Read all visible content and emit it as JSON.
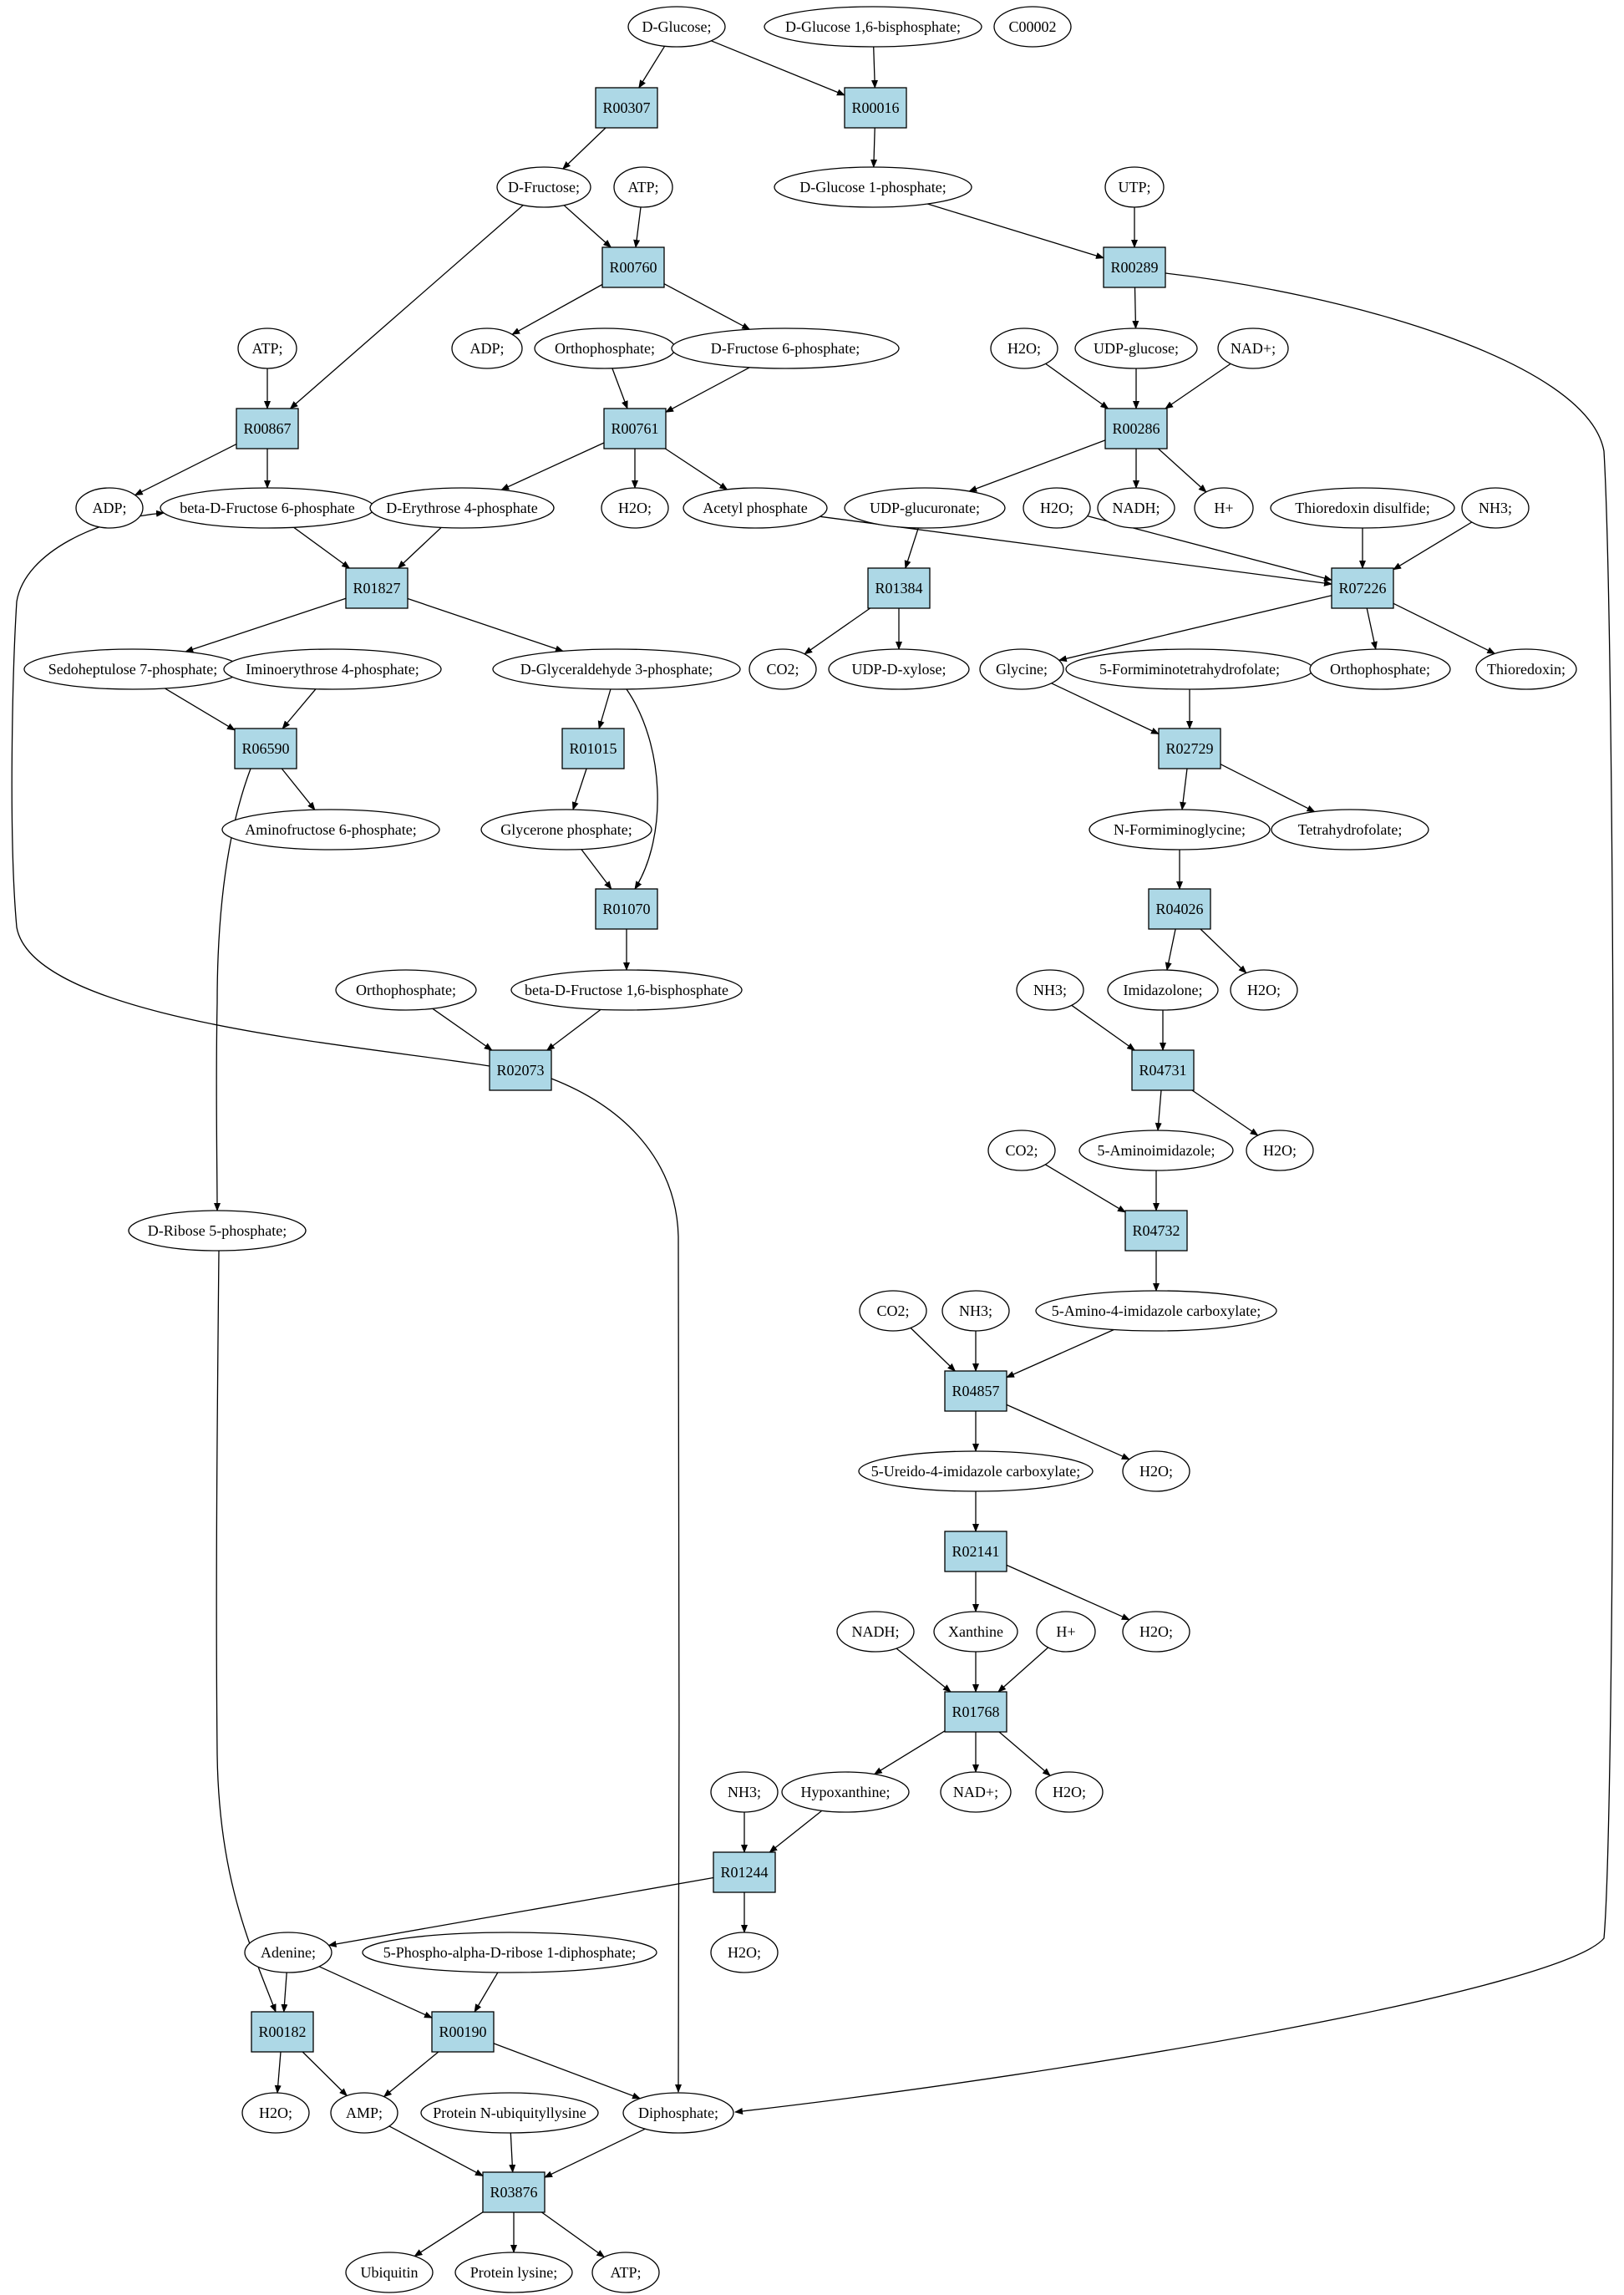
{
  "colors": {
    "reaction_fill": "#add8e6",
    "start_fill": "#00ff00",
    "marker_fill": "#ffff00",
    "compound_fill": "#ffffff",
    "stroke": "#000000"
  },
  "nodes": {
    "c_glucose": {
      "label": "D-Glucose;",
      "kind": "compound",
      "fill": "#00ff00"
    },
    "c_glc16bp": {
      "label": "D-Glucose 1,6-bisphosphate;",
      "kind": "compound"
    },
    "c_c00002": {
      "label": "C00002",
      "kind": "compound",
      "fill": "#ffff00"
    },
    "r_R00307": {
      "label": "R00307",
      "kind": "reaction"
    },
    "r_R00016": {
      "label": "R00016",
      "kind": "reaction"
    },
    "c_fructose": {
      "label": "D-Fructose;",
      "kind": "compound"
    },
    "c_atp1": {
      "label": "ATP;",
      "kind": "compound"
    },
    "c_glc1p": {
      "label": "D-Glucose 1-phosphate;",
      "kind": "compound"
    },
    "c_utp": {
      "label": "UTP;",
      "kind": "compound"
    },
    "r_R00760": {
      "label": "R00760",
      "kind": "reaction"
    },
    "r_R00289": {
      "label": "R00289",
      "kind": "reaction"
    },
    "c_atp2": {
      "label": "ATP;",
      "kind": "compound"
    },
    "c_adp1": {
      "label": "ADP;",
      "kind": "compound"
    },
    "c_orthop1": {
      "label": "Orthophosphate;",
      "kind": "compound"
    },
    "c_f6p": {
      "label": "D-Fructose 6-phosphate;",
      "kind": "compound"
    },
    "c_h2o1": {
      "label": "H2O;",
      "kind": "compound"
    },
    "c_udpglc": {
      "label": "UDP-glucose;",
      "kind": "compound"
    },
    "c_nadp1": {
      "label": "NAD+;",
      "kind": "compound"
    },
    "r_R00867": {
      "label": "R00867",
      "kind": "reaction"
    },
    "r_R00761": {
      "label": "R00761",
      "kind": "reaction"
    },
    "r_R00286": {
      "label": "R00286",
      "kind": "reaction"
    },
    "c_adp2": {
      "label": "ADP;",
      "kind": "compound"
    },
    "c_bdf6p": {
      "label": "beta-D-Fructose 6-phosphate",
      "kind": "compound"
    },
    "c_e4p": {
      "label": "D-Erythrose 4-phosphate",
      "kind": "compound"
    },
    "c_h2o2": {
      "label": "H2O;",
      "kind": "compound"
    },
    "c_acetylp": {
      "label": "Acetyl phosphate",
      "kind": "compound"
    },
    "c_udpglcur": {
      "label": "UDP-glucuronate;",
      "kind": "compound"
    },
    "c_h2o3": {
      "label": "H2O;",
      "kind": "compound"
    },
    "c_nadh1": {
      "label": "NADH;",
      "kind": "compound"
    },
    "c_hplus1": {
      "label": "H+",
      "kind": "compound"
    },
    "c_trxss": {
      "label": "Thioredoxin disulfide;",
      "kind": "compound"
    },
    "c_nh3_1": {
      "label": "NH3;",
      "kind": "compound"
    },
    "r_R01827": {
      "label": "R01827",
      "kind": "reaction"
    },
    "r_R01384": {
      "label": "R01384",
      "kind": "reaction"
    },
    "r_R07226": {
      "label": "R07226",
      "kind": "reaction"
    },
    "c_s7p": {
      "label": "Sedoheptulose 7-phosphate;",
      "kind": "compound"
    },
    "c_imino4p": {
      "label": "Iminoerythrose 4-phosphate;",
      "kind": "compound"
    },
    "c_g3p": {
      "label": "D-Glyceraldehyde 3-phosphate;",
      "kind": "compound"
    },
    "c_co2_1": {
      "label": "CO2;",
      "kind": "compound"
    },
    "c_udpxyl": {
      "label": "UDP-D-xylose;",
      "kind": "compound"
    },
    "c_glycine": {
      "label": "Glycine;",
      "kind": "compound"
    },
    "c_5fthf": {
      "label": "5-Formiminotetrahydrofolate;",
      "kind": "compound"
    },
    "c_orthop2": {
      "label": "Orthophosphate;",
      "kind": "compound"
    },
    "c_trx": {
      "label": "Thioredoxin;",
      "kind": "compound"
    },
    "r_R06590": {
      "label": "R06590",
      "kind": "reaction"
    },
    "r_R01015": {
      "label": "R01015",
      "kind": "reaction"
    },
    "r_R02729": {
      "label": "R02729",
      "kind": "reaction"
    },
    "c_aminof6p": {
      "label": "Aminofructose 6-phosphate;",
      "kind": "compound"
    },
    "c_dhap": {
      "label": "Glycerone phosphate;",
      "kind": "compound"
    },
    "c_nformgly": {
      "label": "N-Formiminoglycine;",
      "kind": "compound"
    },
    "c_thf": {
      "label": "Tetrahydrofolate;",
      "kind": "compound"
    },
    "r_R01070": {
      "label": "R01070",
      "kind": "reaction"
    },
    "r_R04026": {
      "label": "R04026",
      "kind": "reaction"
    },
    "c_orthop3": {
      "label": "Orthophosphate;",
      "kind": "compound"
    },
    "c_fbp": {
      "label": "beta-D-Fructose 1,6-bisphosphate",
      "kind": "compound"
    },
    "c_nh3_2": {
      "label": "NH3;",
      "kind": "compound"
    },
    "c_imidazolone": {
      "label": "Imidazolone;",
      "kind": "compound"
    },
    "c_h2o4": {
      "label": "H2O;",
      "kind": "compound"
    },
    "r_R02073": {
      "label": "R02073",
      "kind": "reaction"
    },
    "r_R04731": {
      "label": "R04731",
      "kind": "reaction"
    },
    "c_co2_2": {
      "label": "CO2;",
      "kind": "compound"
    },
    "c_5aminoimid": {
      "label": "5-Aminoimidazole;",
      "kind": "compound"
    },
    "c_h2o5": {
      "label": "H2O;",
      "kind": "compound"
    },
    "c_r5p": {
      "label": "D-Ribose 5-phosphate;",
      "kind": "compound"
    },
    "r_R04732": {
      "label": "R04732",
      "kind": "reaction"
    },
    "c_co2_3": {
      "label": "CO2;",
      "kind": "compound"
    },
    "c_nh3_3": {
      "label": "NH3;",
      "kind": "compound"
    },
    "c_5a4icarb": {
      "label": "5-Amino-4-imidazole carboxylate;",
      "kind": "compound"
    },
    "r_R04857": {
      "label": "R04857",
      "kind": "reaction"
    },
    "c_5ureido": {
      "label": "5-Ureido-4-imidazole carboxylate;",
      "kind": "compound"
    },
    "c_h2o6": {
      "label": "H2O;",
      "kind": "compound"
    },
    "r_R02141": {
      "label": "R02141",
      "kind": "reaction"
    },
    "c_nadh2": {
      "label": "NADH;",
      "kind": "compound"
    },
    "c_xanthine": {
      "label": "Xanthine",
      "kind": "compound"
    },
    "c_hplus2": {
      "label": "H+",
      "kind": "compound"
    },
    "c_h2o7": {
      "label": "H2O;",
      "kind": "compound"
    },
    "r_R01768": {
      "label": "R01768",
      "kind": "reaction"
    },
    "c_nh3_4": {
      "label": "NH3;",
      "kind": "compound"
    },
    "c_hypoxanthine": {
      "label": "Hypoxanthine;",
      "kind": "compound"
    },
    "c_nadp2": {
      "label": "NAD+;",
      "kind": "compound"
    },
    "c_h2o8": {
      "label": "H2O;",
      "kind": "compound"
    },
    "r_R01244": {
      "label": "R01244",
      "kind": "reaction"
    },
    "c_h2o9": {
      "label": "H2O;",
      "kind": "compound"
    },
    "c_adenine": {
      "label": "Adenine;",
      "kind": "compound"
    },
    "c_prpp": {
      "label": "5-Phospho-alpha-D-ribose 1-diphosphate;",
      "kind": "compound"
    },
    "r_R00182": {
      "label": "R00182",
      "kind": "reaction"
    },
    "r_R00190": {
      "label": "R00190",
      "kind": "reaction"
    },
    "c_h2o10": {
      "label": "H2O;",
      "kind": "compound"
    },
    "c_amp": {
      "label": "AMP;",
      "kind": "compound"
    },
    "c_protnubq": {
      "label": "Protein N-ubiquityllysine",
      "kind": "compound"
    },
    "c_diphosphate": {
      "label": "Diphosphate;",
      "kind": "compound"
    },
    "r_R03876": {
      "label": "R03876",
      "kind": "reaction"
    },
    "c_ubiquitin": {
      "label": "Ubiquitin",
      "kind": "compound"
    },
    "c_protlys": {
      "label": "Protein lysine;",
      "kind": "compound"
    },
    "c_atp3": {
      "label": "ATP;",
      "kind": "compound"
    }
  },
  "edges": [
    [
      "c_glucose",
      "r_R00307"
    ],
    [
      "c_glucose",
      "r_R00016"
    ],
    [
      "c_glc16bp",
      "r_R00016"
    ],
    [
      "r_R00307",
      "c_fructose"
    ],
    [
      "r_R00016",
      "c_glc1p"
    ],
    [
      "c_fructose",
      "r_R00760"
    ],
    [
      "c_fructose",
      "r_R00867"
    ],
    [
      "c_atp1",
      "r_R00760"
    ],
    [
      "c_glc1p",
      "r_R00289"
    ],
    [
      "c_utp",
      "r_R00289"
    ],
    [
      "r_R00760",
      "c_adp1"
    ],
    [
      "r_R00760",
      "c_f6p"
    ],
    [
      "c_atp2",
      "r_R00867"
    ],
    [
      "r_R00289",
      "c_udpglc"
    ],
    [
      "r_R00289",
      "c_diphosphate"
    ],
    [
      "c_orthop1",
      "r_R00761"
    ],
    [
      "c_f6p",
      "r_R00761"
    ],
    [
      "c_h2o1",
      "r_R00286"
    ],
    [
      "c_udpglc",
      "r_R00286"
    ],
    [
      "c_nadp1",
      "r_R00286"
    ],
    [
      "r_R00867",
      "c_adp2"
    ],
    [
      "r_R00867",
      "c_bdf6p"
    ],
    [
      "r_R00761",
      "c_e4p"
    ],
    [
      "r_R00761",
      "c_h2o2"
    ],
    [
      "r_R00761",
      "c_acetylp"
    ],
    [
      "r_R00286",
      "c_udpglcur"
    ],
    [
      "r_R00286",
      "c_nadh1"
    ],
    [
      "r_R00286",
      "c_hplus1"
    ],
    [
      "c_bdf6p",
      "r_R01827"
    ],
    [
      "c_e4p",
      "r_R01827"
    ],
    [
      "c_udpglcur",
      "r_R01384"
    ],
    [
      "c_acetylp",
      "r_R07226"
    ],
    [
      "c_h2o3",
      "r_R07226"
    ],
    [
      "c_trxss",
      "r_R07226"
    ],
    [
      "c_nh3_1",
      "r_R07226"
    ],
    [
      "r_R01827",
      "c_s7p"
    ],
    [
      "r_R01827",
      "c_g3p"
    ],
    [
      "r_R01384",
      "c_co2_1"
    ],
    [
      "r_R01384",
      "c_udpxyl"
    ],
    [
      "r_R07226",
      "c_glycine"
    ],
    [
      "r_R07226",
      "c_orthop2"
    ],
    [
      "r_R07226",
      "c_trx"
    ],
    [
      "c_s7p",
      "r_R06590"
    ],
    [
      "c_imino4p",
      "r_R06590"
    ],
    [
      "c_g3p",
      "r_R01015"
    ],
    [
      "c_g3p",
      "r_R01070"
    ],
    [
      "c_glycine",
      "r_R02729"
    ],
    [
      "c_5fthf",
      "r_R02729"
    ],
    [
      "r_R06590",
      "c_aminof6p"
    ],
    [
      "r_R06590",
      "c_r5p"
    ],
    [
      "r_R01015",
      "c_dhap"
    ],
    [
      "r_R02729",
      "c_nformgly"
    ],
    [
      "r_R02729",
      "c_thf"
    ],
    [
      "c_dhap",
      "r_R01070"
    ],
    [
      "c_nformgly",
      "r_R04026"
    ],
    [
      "r_R01070",
      "c_fbp"
    ],
    [
      "r_R04026",
      "c_imidazolone"
    ],
    [
      "r_R04026",
      "c_h2o4"
    ],
    [
      "c_orthop3",
      "r_R02073"
    ],
    [
      "c_fbp",
      "r_R02073"
    ],
    [
      "c_nh3_2",
      "r_R04731"
    ],
    [
      "c_imidazolone",
      "r_R04731"
    ],
    [
      "r_R02073",
      "c_bdf6p"
    ],
    [
      "r_R02073",
      "c_diphosphate"
    ],
    [
      "r_R04731",
      "c_5aminoimid"
    ],
    [
      "r_R04731",
      "c_h2o5"
    ],
    [
      "c_co2_2",
      "r_R04732"
    ],
    [
      "c_5aminoimid",
      "r_R04732"
    ],
    [
      "c_r5p",
      "r_R00182"
    ],
    [
      "r_R04732",
      "c_5a4icarb"
    ],
    [
      "c_co2_3",
      "r_R04857"
    ],
    [
      "c_nh3_3",
      "r_R04857"
    ],
    [
      "c_5a4icarb",
      "r_R04857"
    ],
    [
      "r_R04857",
      "c_5ureido"
    ],
    [
      "r_R04857",
      "c_h2o6"
    ],
    [
      "c_5ureido",
      "r_R02141"
    ],
    [
      "r_R02141",
      "c_xanthine"
    ],
    [
      "r_R02141",
      "c_h2o7"
    ],
    [
      "c_nadh2",
      "r_R01768"
    ],
    [
      "c_xanthine",
      "r_R01768"
    ],
    [
      "c_hplus2",
      "r_R01768"
    ],
    [
      "r_R01768",
      "c_hypoxanthine"
    ],
    [
      "r_R01768",
      "c_nadp2"
    ],
    [
      "r_R01768",
      "c_h2o8"
    ],
    [
      "c_nh3_4",
      "r_R01244"
    ],
    [
      "c_hypoxanthine",
      "r_R01244"
    ],
    [
      "r_R01244",
      "c_h2o9"
    ],
    [
      "r_R01244",
      "c_adenine"
    ],
    [
      "c_adenine",
      "r_R00182"
    ],
    [
      "c_adenine",
      "r_R00190"
    ],
    [
      "c_prpp",
      "r_R00190"
    ],
    [
      "r_R00182",
      "c_h2o10"
    ],
    [
      "r_R00182",
      "c_amp"
    ],
    [
      "r_R00190",
      "c_amp"
    ],
    [
      "r_R00190",
      "c_diphosphate"
    ],
    [
      "c_amp",
      "r_R03876"
    ],
    [
      "c_protnubq",
      "r_R03876"
    ],
    [
      "c_diphosphate",
      "r_R03876"
    ],
    [
      "r_R03876",
      "c_ubiquitin"
    ],
    [
      "r_R03876",
      "c_protlys"
    ],
    [
      "r_R03876",
      "c_atp3"
    ]
  ]
}
